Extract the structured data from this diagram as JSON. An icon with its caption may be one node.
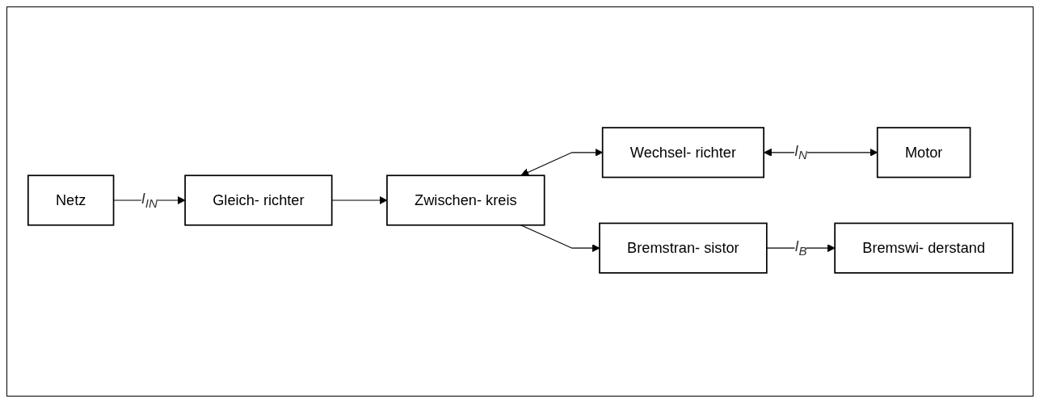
{
  "diagram": {
    "nodes": [
      {
        "text": [
          "Netz"
        ]
      },
      {
        "text": [
          "Gleich- richter"
        ]
      },
      {
        "text": [
          "Zwischen- kreis"
        ]
      },
      {
        "text": [
          "Wechsel- richter"
        ]
      },
      {
        "text": [
          "Motor"
        ]
      },
      {
        "text": [
          "Bremstran- sistor"
        ]
      },
      {
        "text": [
          "Bremswi- derstand"
        ]
      }
    ],
    "edges": [
      {
        "from": 0,
        "to": 1,
        "arrow": "to",
        "label": "I$_{IN}$"
      },
      {
        "from": 1,
        "to": 2,
        "arrow": "to"
      },
      {
        "from": 2,
        "to": 3,
        "arrow": "both"
      },
      {
        "from": 3,
        "to": 4,
        "arrow": "both",
        "label": "I$_{N}$"
      },
      {
        "from": 2,
        "to": 5,
        "arrow": "to"
      },
      {
        "from": 5,
        "to": 6,
        "arrow": "to",
        "label": "I$_{B}$"
      }
    ]
  }
}
